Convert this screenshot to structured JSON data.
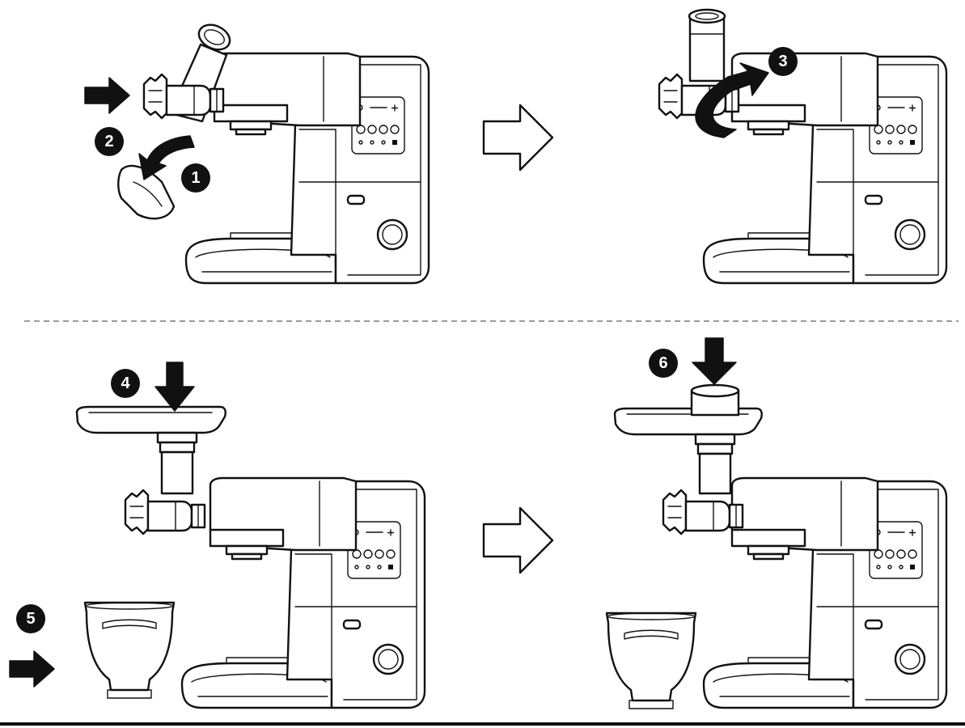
{
  "steps": {
    "s1": "1",
    "s2": "2",
    "s3": "3",
    "s4": "4",
    "s5": "5",
    "s6": "6"
  },
  "colors": {
    "ink": "#111111",
    "paper": "#ffffff",
    "divider": "#999999"
  },
  "icons": [
    "arrow-right-outline-icon",
    "arrow-push-solid-icon",
    "rotate-arrow-icon",
    "curved-arrow-icon"
  ]
}
